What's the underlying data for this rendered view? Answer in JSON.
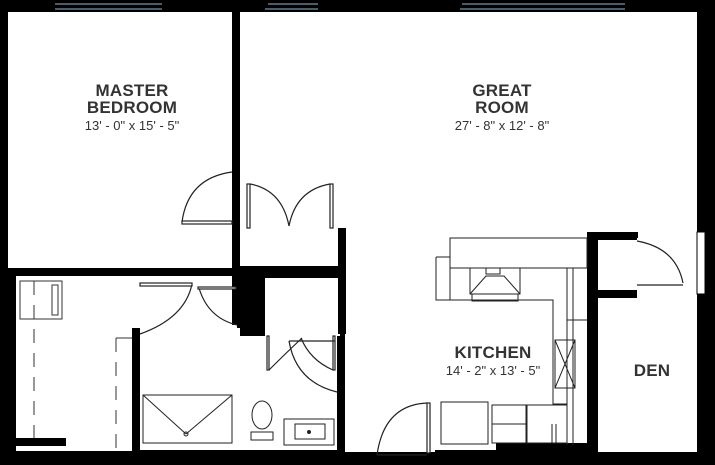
{
  "floorplan": {
    "colors": {
      "wall": "#000000",
      "floor": "#ffffff",
      "window": "#4a5d66",
      "text": "#333333",
      "fixture_line": "#222222"
    },
    "rooms": [
      {
        "id": "master-bedroom",
        "name_line1": "MASTER",
        "name_line2": "BEDROOM",
        "dimensions": "13' - 0\" x 15' - 5\""
      },
      {
        "id": "great-room",
        "name_line1": "GREAT",
        "name_line2": "ROOM",
        "dimensions": "27' - 8\" x 12' - 8\""
      },
      {
        "id": "kitchen",
        "name_line1": "KITCHEN",
        "name_line2": "",
        "dimensions": "14' - 2\" x 13' - 5\""
      },
      {
        "id": "den",
        "name_line1": "DEN",
        "name_line2": "",
        "dimensions": ""
      }
    ]
  }
}
